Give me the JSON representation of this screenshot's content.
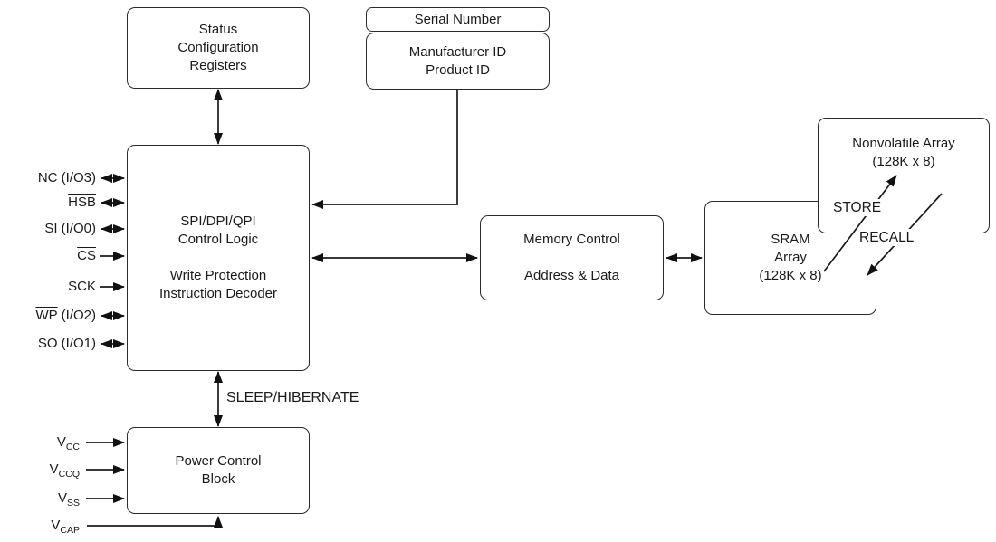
{
  "boxes": {
    "status_config": {
      "lines": [
        "Status",
        "Configuration",
        "Registers"
      ]
    },
    "serial_number": {
      "label": "Serial Number"
    },
    "id_box": {
      "lines": [
        "Manufacturer ID",
        "Product ID"
      ]
    },
    "control_logic": {
      "lines_top": [
        "SPI/DPI/QPI",
        "Control Logic"
      ],
      "lines_bottom": [
        "Write Protection",
        "Instruction Decoder"
      ]
    },
    "memory_control": {
      "lines": [
        "Memory Control",
        "Address & Data"
      ]
    },
    "sram_array": {
      "lines": [
        "SRAM",
        "Array",
        "(128K x 8)"
      ]
    },
    "nonvolatile_array": {
      "lines": [
        "Nonvolatile Array",
        "(128K x 8)"
      ]
    },
    "power_control": {
      "lines": [
        "Power Control",
        "Block"
      ]
    }
  },
  "pins": {
    "nc": {
      "text": "NC (I/O3)"
    },
    "hsb": {
      "text": "HSB"
    },
    "si": {
      "text": "SI (I/O0)"
    },
    "cs": {
      "text": "CS"
    },
    "sck": {
      "text": "SCK"
    },
    "wp": {
      "base": "WP",
      "suffix": "(I/O2)"
    },
    "so": {
      "text": "SO (I/O1)"
    },
    "vcc": {
      "base": "V",
      "sub": "CC"
    },
    "vccq": {
      "base": "V",
      "sub": "CCQ"
    },
    "vss": {
      "base": "V",
      "sub": "SS"
    },
    "vcap": {
      "base": "V",
      "sub": "CAP"
    }
  },
  "annotations": {
    "sleep_hibernate": "SLEEP/HIBERNATE",
    "store": "STORE",
    "recall": "RECALL"
  },
  "colors": {
    "background": "#ffffff",
    "line": "#1a1a1a",
    "border": "#2b2b2b",
    "text": "#1a1a1a"
  }
}
